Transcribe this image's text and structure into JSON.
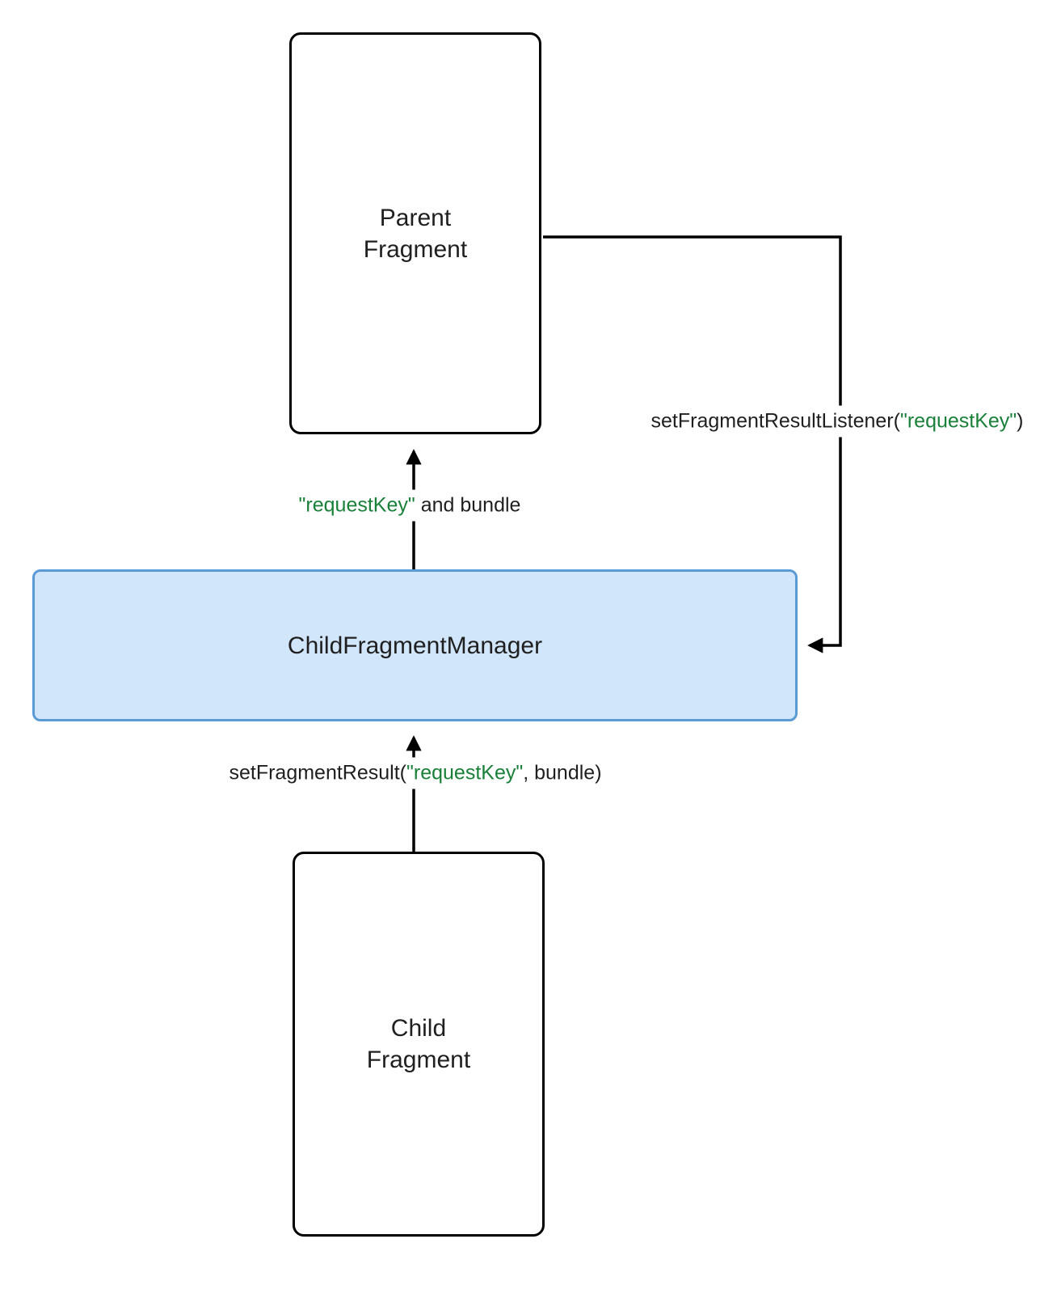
{
  "colors": {
    "accent_green": "#188038",
    "manager_box_fill": "#d2e6fb",
    "manager_box_border": "#5b9bd5",
    "node_border": "#000000",
    "arrow": "#000000",
    "background": "#ffffff"
  },
  "nodes": {
    "parent_fragment": {
      "label": "Parent\nFragment"
    },
    "child_fragment_manager": {
      "label": "ChildFragmentManager"
    },
    "child_fragment": {
      "label": "Child\nFragment"
    }
  },
  "edges": {
    "set_listener": {
      "prefix": "setFragmentResultListener(",
      "key": "\"requestKey\"",
      "suffix": ")"
    },
    "deliver_result": {
      "key": "\"requestKey\"",
      "suffix": " and bundle"
    },
    "set_result": {
      "prefix": "setFragmentResult(",
      "key": "\"requestKey\"",
      "suffix": ", bundle)"
    }
  }
}
